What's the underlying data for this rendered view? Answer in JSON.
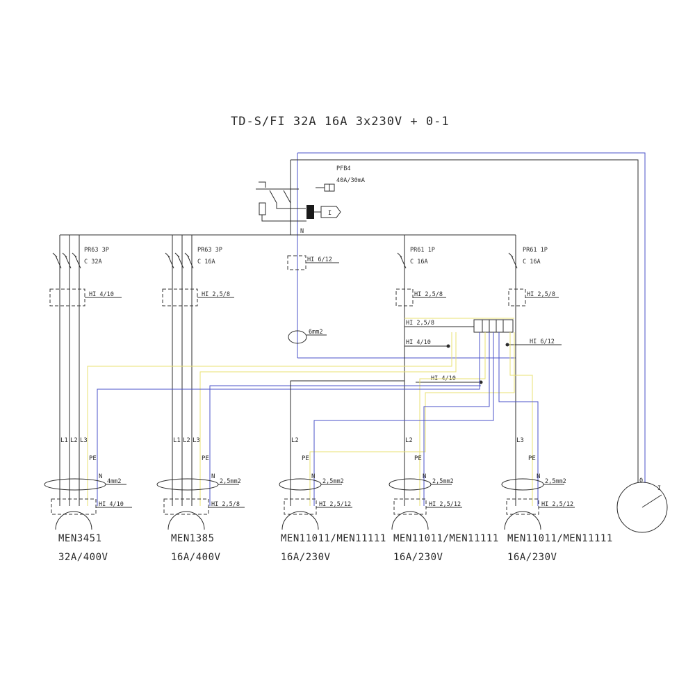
{
  "title": "TD-S/FI 32A 16A 3x230V + 0-1",
  "main_switch": {
    "label": "PFB4",
    "rating": "40A/30mA",
    "test_button": "I",
    "neutral_label": "N"
  },
  "center_fuse": "HI 6/12",
  "center_cable": "6mm2",
  "breakers": [
    {
      "type": "PR63 3P",
      "rating": "C 32A"
    },
    {
      "type": "PR63 3P",
      "rating": "C 16A"
    },
    {
      "type": "PR61 1P",
      "rating": "C 16A"
    },
    {
      "type": "PR61 1P",
      "rating": "C 16A"
    }
  ],
  "upper_fuses": [
    "HI 4/10",
    "HI 2,5/8",
    "HI 2,5/8",
    "HI 2,5/8"
  ],
  "terminal_labels": [
    "HI 2,5/8",
    "HI 4/10",
    "HI 6/12",
    "HI 4/10"
  ],
  "outlets": [
    {
      "model": "MEN3451",
      "rating": "32A/400V",
      "phases": [
        "L1",
        "L2",
        "L3"
      ],
      "pe": "PE",
      "n": "N",
      "cable": "4mm2",
      "fuse": "HI 4/10"
    },
    {
      "model": "MEN1385",
      "rating": "16A/400V",
      "phases": [
        "L1",
        "L2",
        "L3"
      ],
      "pe": "PE",
      "n": "N",
      "cable": "2,5mm2",
      "fuse": "HI 2,5/8"
    },
    {
      "model": "MEN11011/MEN11111",
      "rating": "16A/230V",
      "phases": [
        "L2"
      ],
      "pe": "PE",
      "n": "N",
      "cable": "2,5mm2",
      "fuse": "HI 2,5/12"
    },
    {
      "model": "MEN11011/MEN11111",
      "rating": "16A/230V",
      "phases": [
        "L2"
      ],
      "pe": "PE",
      "n": "N",
      "cable": "2,5mm2",
      "fuse": "HI 2,5/12"
    },
    {
      "model": "MEN11011/MEN11111",
      "rating": "16A/230V",
      "phases": [
        "L3"
      ],
      "pe": "PE",
      "n": "N",
      "cable": "2,5mm2",
      "fuse": "HI 2,5/12"
    }
  ],
  "switch_0_1": {
    "off": "0",
    "on": "I"
  },
  "colors": {
    "line": "#2b2b2b",
    "neutral": "#4a52c8",
    "earth": "#e8e070"
  }
}
